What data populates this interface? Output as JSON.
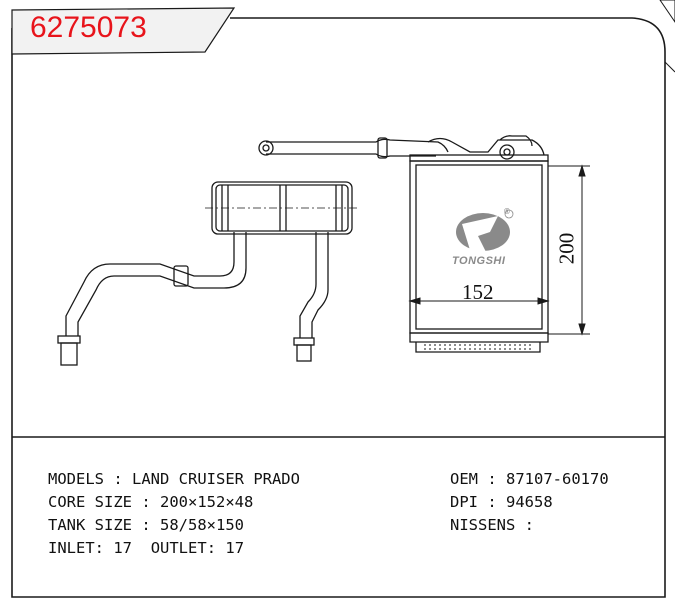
{
  "part_number": "6275073",
  "dimensions": {
    "height": "200",
    "width": "152"
  },
  "logo": {
    "brand": "TONGSHI",
    "registered_mark": "®"
  },
  "specs": {
    "models_label": "MODELS",
    "models_value": "LAND CRUISER PRADO",
    "core_label": "CORE SIZE",
    "core_value": "200×152×48",
    "tank_label": "TANK SIZE",
    "tank_value": "58/58×150",
    "inlet_label": "INLET",
    "inlet_value": "17",
    "outlet_label": "OUTLET",
    "outlet_value": "17",
    "oem_label": "OEM",
    "oem_value": "87107-60170",
    "dpi_label": "DPI",
    "dpi_value": "94658",
    "nissens_label": "NISSENS",
    "nissens_value": ""
  },
  "colors": {
    "accent": "#e8141b",
    "line": "#1a1a1a",
    "logo_gray": "#8a8a8a"
  }
}
